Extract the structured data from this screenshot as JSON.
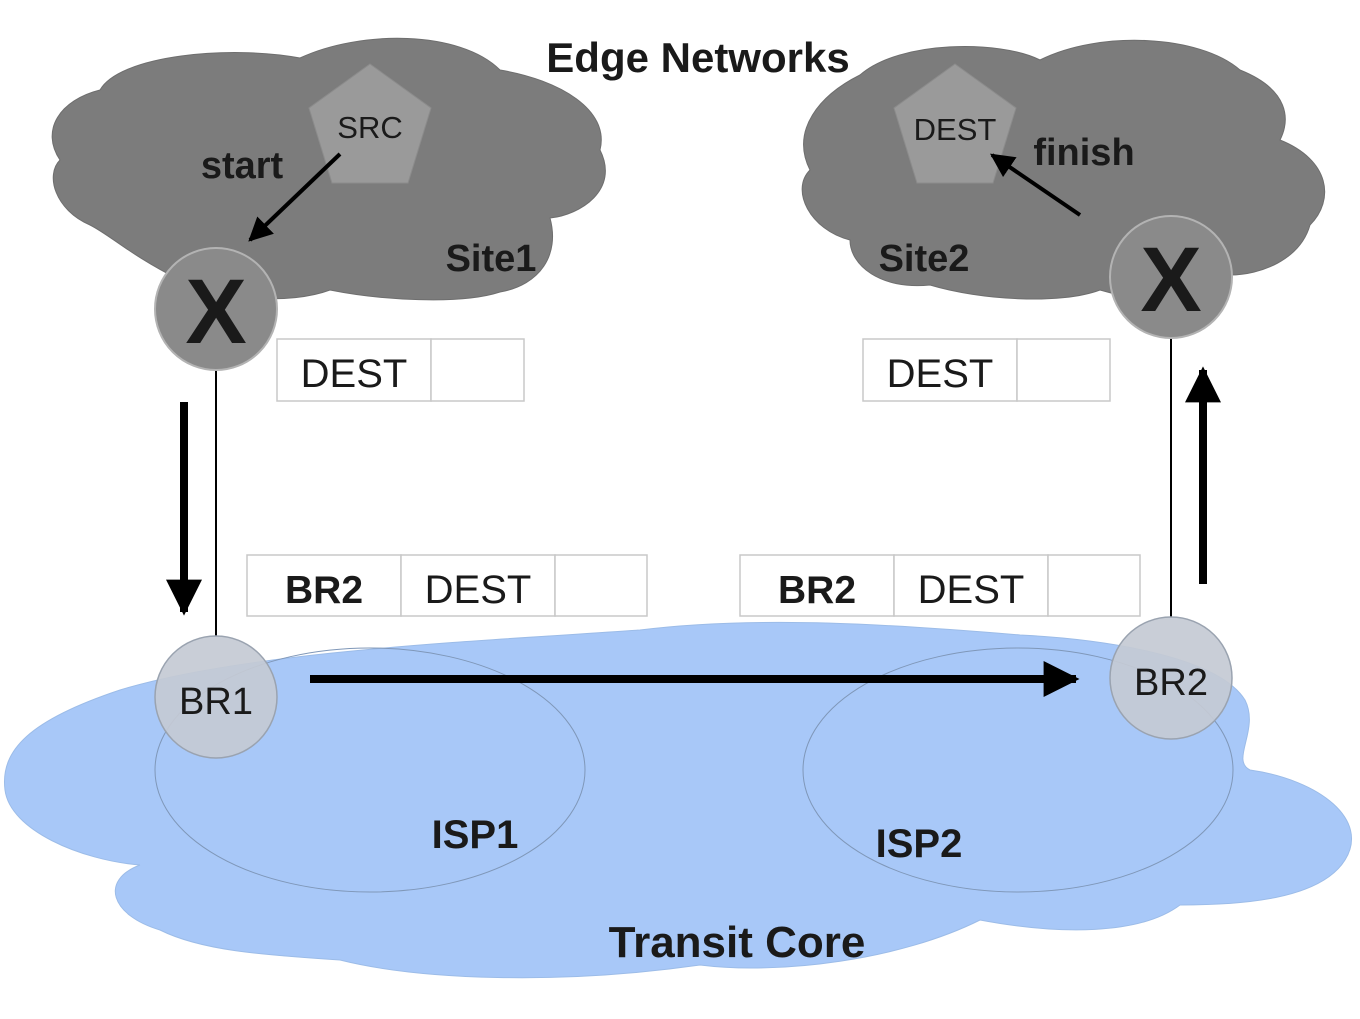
{
  "title": "Edge Networks",
  "core_label": "Transit Core",
  "colors": {
    "edge_cloud": "#7c7c7c",
    "core_cloud": "#a8c8f8",
    "xtr_node": "#8a8a8a",
    "border_router": "#c4cad4",
    "pentagon": "#9a9a9a",
    "arrow": "#000000"
  },
  "sites": [
    {
      "name": "Site1",
      "host": "SRC",
      "action": "start",
      "node_label": "X"
    },
    {
      "name": "Site2",
      "host": "DEST",
      "action": "finish",
      "node_label": "X"
    }
  ],
  "isps": [
    "ISP1",
    "ISP2"
  ],
  "routers": [
    "BR1",
    "BR2"
  ],
  "packets": {
    "inner_left": [
      "DEST",
      ""
    ],
    "inner_right": [
      "DEST",
      ""
    ],
    "outer_left": [
      "BR2",
      "DEST",
      ""
    ],
    "outer_right": [
      "BR2",
      "DEST",
      ""
    ]
  }
}
